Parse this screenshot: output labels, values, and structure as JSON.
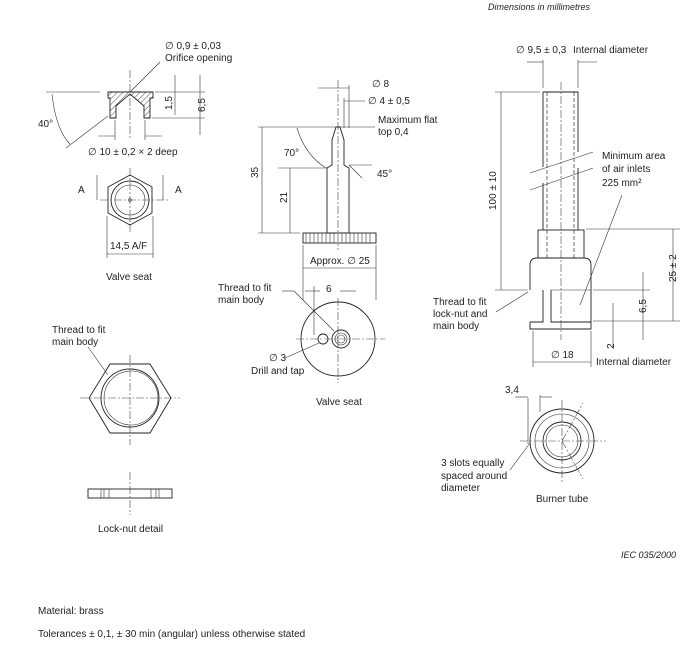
{
  "header": {
    "units_note": "Dimensions in millimetres"
  },
  "valve_seat_section": {
    "orifice_dia": "∅ 0,9 ± 0,03",
    "orifice_label": "Orifice opening",
    "dim_1_5": "1,5",
    "dim_6_5": "6,5",
    "angle": "40°",
    "bore": "∅ 10 ± 0,2 × 2 deep",
    "section_mark_left": "A",
    "section_mark_right": "A",
    "across_flats": "14,5 A/F",
    "caption": "Valve seat"
  },
  "needle_valve": {
    "dia_8": "∅ 8",
    "dia_4": "∅ 4 ± 0,5",
    "flat_top_1": "Maximum flat",
    "flat_top_2": "top 0,4",
    "angle_70": "70°",
    "angle_45": "45°",
    "len_35": "35",
    "len_21": "21",
    "approx_dia": "Approx. ∅ 25",
    "offset_6": "6",
    "thread_1": "Thread to fit",
    "thread_2": "main body",
    "hole_dia": "∅ 3",
    "hole_note": "Drill and tap",
    "caption": "Valve seat"
  },
  "lock_nut": {
    "thread_1": "Thread to fit",
    "thread_2": "main body",
    "caption": "Lock-nut detail"
  },
  "burner_tube": {
    "int_dia": "∅ 9,5 ± 0,3",
    "int_dia_label": "Internal diameter",
    "length": "100 ± 10",
    "air_1": "Minimum area",
    "air_2": "of air inlets",
    "air_3": "225 mm²",
    "thread_1": "Thread to fit",
    "thread_2": "lock-nut and",
    "thread_3": "main body",
    "len_25": "25 ± 2",
    "len_6_5": "6,5",
    "len_2": "2",
    "base_dia": "∅ 18",
    "base_dia_label": "Internal diameter",
    "slot_width": "3,4",
    "slots_1": "3 slots equally",
    "slots_2": "spaced around",
    "slots_3": "diameter",
    "caption": "Burner tube"
  },
  "figure_ref": "IEC  035/2000",
  "notes": {
    "material": "Material: brass",
    "tolerances": "Tolerances ± 0,1, ± 30 min (angular) unless otherwise stated"
  }
}
